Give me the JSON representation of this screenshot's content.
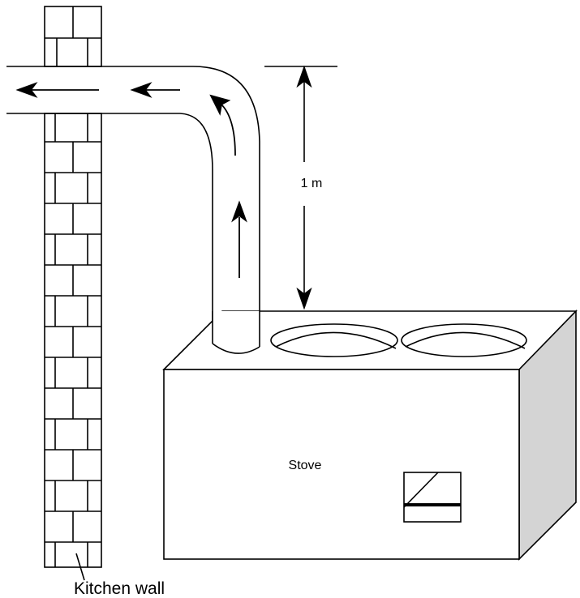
{
  "labels": {
    "dimension": "1 m",
    "stove": "Stove",
    "wall": "Kitchen wall"
  },
  "colors": {
    "line": "#000000",
    "background": "#ffffff",
    "stove_side": "#d4d4d4"
  },
  "icons": {
    "flow_arrow": "arrow-icon",
    "dimension_arrow": "double-arrow-icon"
  }
}
